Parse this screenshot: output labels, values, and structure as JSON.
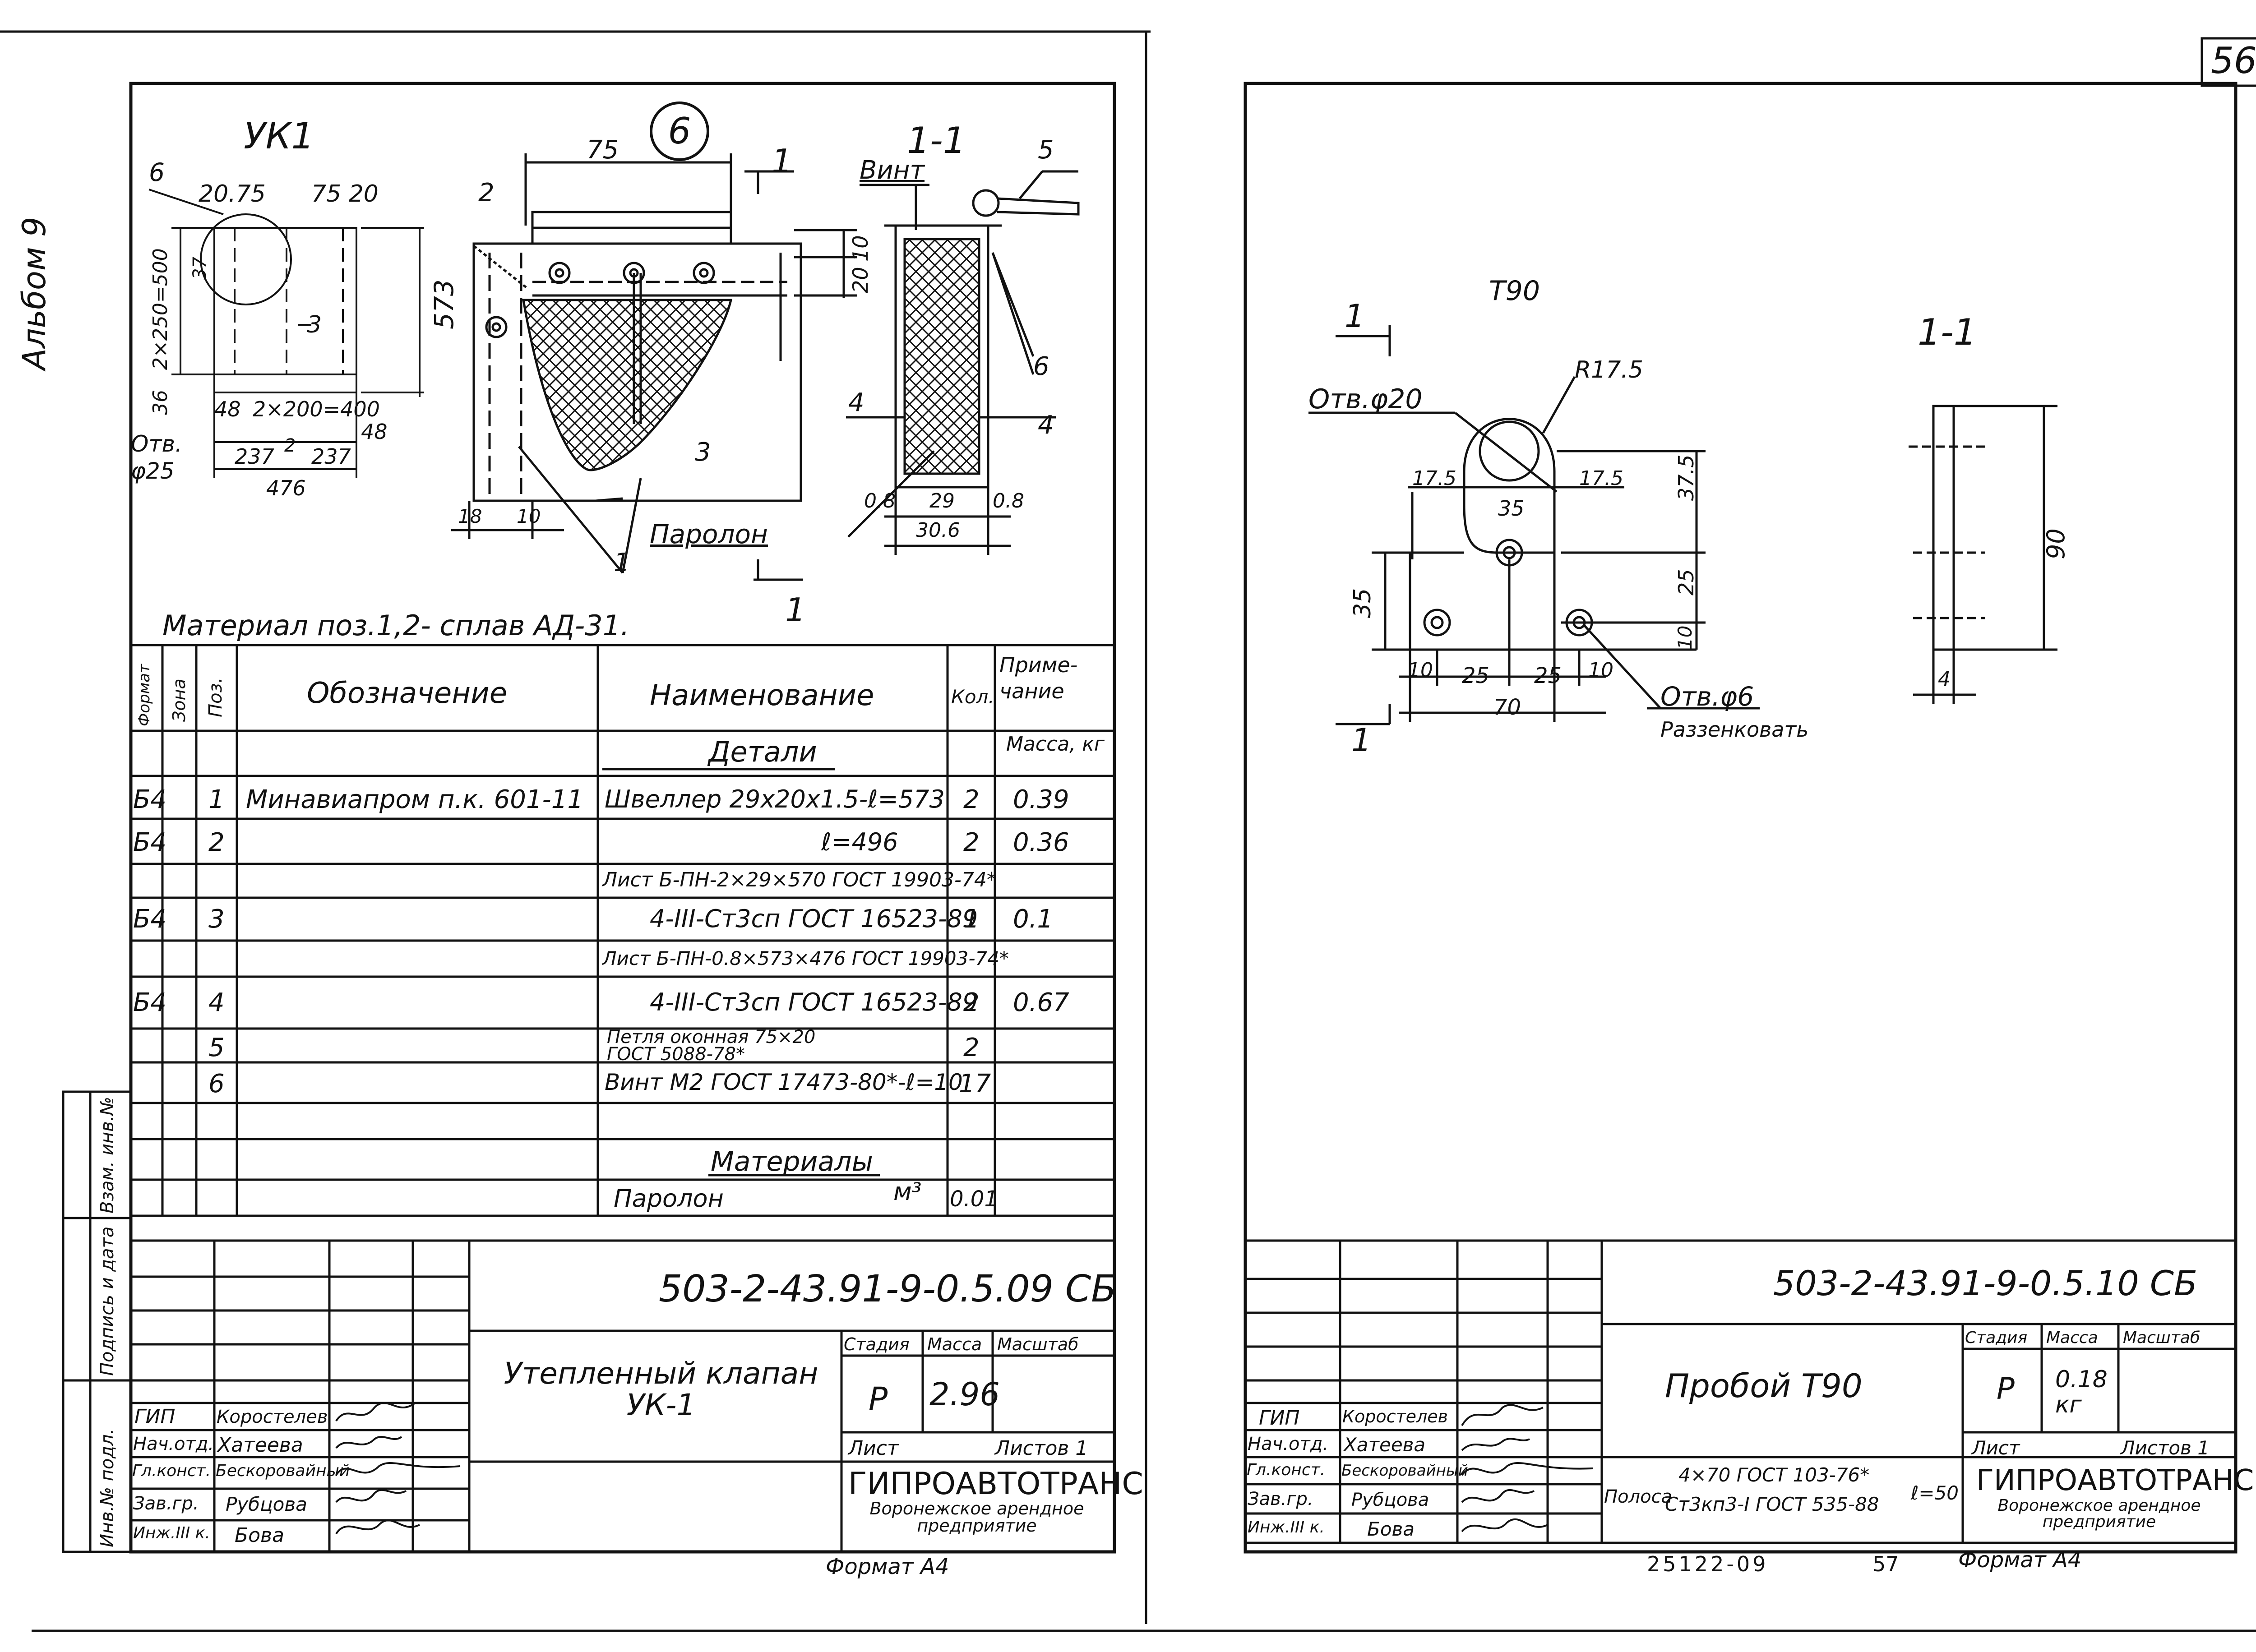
{
  "page_number": "56",
  "album_label": "Альбом 9",
  "left_sheet": {
    "view_title": "УК1",
    "view_1_1_title": "1-1",
    "circle_mark": "6",
    "dims_front": {
      "d20_75": "20.75",
      "d75_20": "75 20",
      "d573": "573",
      "d2x250": "2×250=500",
      "d36": "36",
      "d37": "37",
      "d2x200": "2×200=400",
      "d48a": "48",
      "d48b": "48",
      "d237a": "237",
      "d237b": "237",
      "d2": "2",
      "d476": "476",
      "hole": "Отв.",
      "hole_d": "φ25",
      "p6": "6",
      "p3": "3"
    },
    "dims_middle": {
      "d75": "75",
      "p2": "2",
      "d10": "10",
      "d20": "20",
      "p3": "3",
      "d18": "18",
      "d10b": "10",
      "p1": "1",
      "paralon": "Паролон",
      "cut1": "1",
      "cut1b": "1"
    },
    "dims_section": {
      "vint": "Винт",
      "p5": "5",
      "p6": "6",
      "p4a": "4",
      "p4b": "4",
      "d08a": "0.8",
      "d29": "29",
      "d08b": "0.8",
      "d306": "30.6"
    },
    "material_note": "Материал поз.1,2- сплав АД-31.",
    "spec_headers": {
      "format": "Формат",
      "zone": "Зона",
      "pos": "Поз.",
      "designation": "Обозначение",
      "name": "Наименование",
      "qty": "Кол.",
      "note": "Приме-чание"
    },
    "section_details": "Детали",
    "mass_header": "Масса, кг",
    "rows": [
      {
        "format": "Б4",
        "pos": "1",
        "designation": "Минавиапром п.к. 601-11",
        "name": "Швеллер 29х20х1.5-ℓ=573",
        "qty": "2",
        "note": "0.39"
      },
      {
        "format": "Б4",
        "pos": "2",
        "designation": "",
        "name": "ℓ=496",
        "qty": "2",
        "note": "0.36"
      },
      {
        "format": "",
        "pos": "",
        "designation": "",
        "name": "Лист Б-ПН-2×29×570 ГОСТ 19903-74*",
        "qty": "",
        "note": ""
      },
      {
        "format": "Б4",
        "pos": "3",
        "designation": "",
        "name": "4-III-Ст3сп ГОСТ 16523-89",
        "qty": "1",
        "note": "0.1"
      },
      {
        "format": "",
        "pos": "",
        "designation": "",
        "name": "Лист Б-ПН-0.8×573×476 ГОСТ 19903-74*",
        "qty": "",
        "note": ""
      },
      {
        "format": "Б4",
        "pos": "4",
        "designation": "",
        "name": "4-III-Ст3сп ГОСТ 16523-89",
        "qty": "2",
        "note": "0.67"
      },
      {
        "format": "",
        "pos": "5",
        "designation": "",
        "name": "Петля оконная 75×20 ГОСТ 5088-78*",
        "qty": "2",
        "note": ""
      },
      {
        "format": "",
        "pos": "6",
        "designation": "",
        "name": "Винт М2 ГОСТ 17473-80*-ℓ=10",
        "qty": "17",
        "note": ""
      },
      {
        "format": "",
        "pos": "",
        "designation": "",
        "name": "",
        "qty": "",
        "note": ""
      },
      {
        "format": "",
        "pos": "",
        "designation": "",
        "name": "Материалы",
        "qty": "",
        "note": ""
      },
      {
        "format": "",
        "pos": "",
        "designation": "",
        "name": "Паролон",
        "unit": "м³",
        "qty": "0.01",
        "note": ""
      }
    ],
    "side_stamp": {
      "a": "Взам. инв.№",
      "b": "Подпись и дата",
      "c": "Инв.№ подл."
    },
    "title_block": {
      "code": "503-2-43.91-9-0.5.09 СБ",
      "title": "Утепленный клапан УК-1",
      "stage_h": "Стадия",
      "mass_h": "Масса",
      "scale_h": "Масштаб",
      "stage": "Р",
      "mass": "2.96",
      "sheet_h": "Лист",
      "sheets_h": "Листов 1",
      "org": "ГИПРОАВТОТРАНС",
      "org_sub": "Воронежское арендное предприятие",
      "roles": [
        {
          "role": "ГИП",
          "name": "Коростелев"
        },
        {
          "role": "Нач.отд.",
          "name": "Хатеева"
        },
        {
          "role": "Гл.конст.",
          "name": "Бескоровайный"
        },
        {
          "role": "Зав.гр.",
          "name": "Рубцова"
        },
        {
          "role": "Инж.III к.",
          "name": "Бова"
        }
      ]
    },
    "format": "Формат А4"
  },
  "right_sheet": {
    "part_title": "Т90",
    "section_title": "1-1",
    "cut_a": "1",
    "cut_b": "1",
    "dims": {
      "hole20": "Отв.φ20",
      "r175": "R17.5",
      "d175a": "17.5",
      "d175b": "17.5",
      "d35a": "35",
      "d375": "37.5",
      "d25v": "25",
      "d10v": "10",
      "d35v": "35",
      "d10a": "10",
      "d25a": "25",
      "d25b": "25",
      "d10b": "10",
      "d70": "70",
      "hole6": "Отв.φ6",
      "countersink": "Раззенковать",
      "d90": "90",
      "d4": "4"
    },
    "title_block": {
      "code": "503-2-43.91-9-0.5.10 СБ",
      "title": "Пробой Т90",
      "material_a": "Полоса",
      "material_b": "4×70 ГОСТ 103-76*",
      "material_c": "Ст3кп3-I ГОСТ 535-88",
      "material_d": "ℓ=50",
      "stage_h": "Стадия",
      "mass_h": "Масса",
      "scale_h": "Масштаб",
      "stage": "Р",
      "mass": "0.18 кг",
      "sheet_h": "Лист",
      "sheets_h": "Листов 1",
      "org": "ГИПРОАВТОТРАНС",
      "org_sub": "Воронежское арендное предприятие",
      "roles": [
        {
          "role": "ГИП",
          "name": "Коростелев"
        },
        {
          "role": "Нач.отд.",
          "name": "Хатеева"
        },
        {
          "role": "Гл.конст.",
          "name": "Бескоровайный"
        },
        {
          "role": "Зав.гр.",
          "name": "Рубцова"
        },
        {
          "role": "Инж.III к.",
          "name": "Бова"
        }
      ]
    },
    "bottom_a": "25122-09",
    "bottom_b": "57",
    "format": "Формат А4"
  }
}
